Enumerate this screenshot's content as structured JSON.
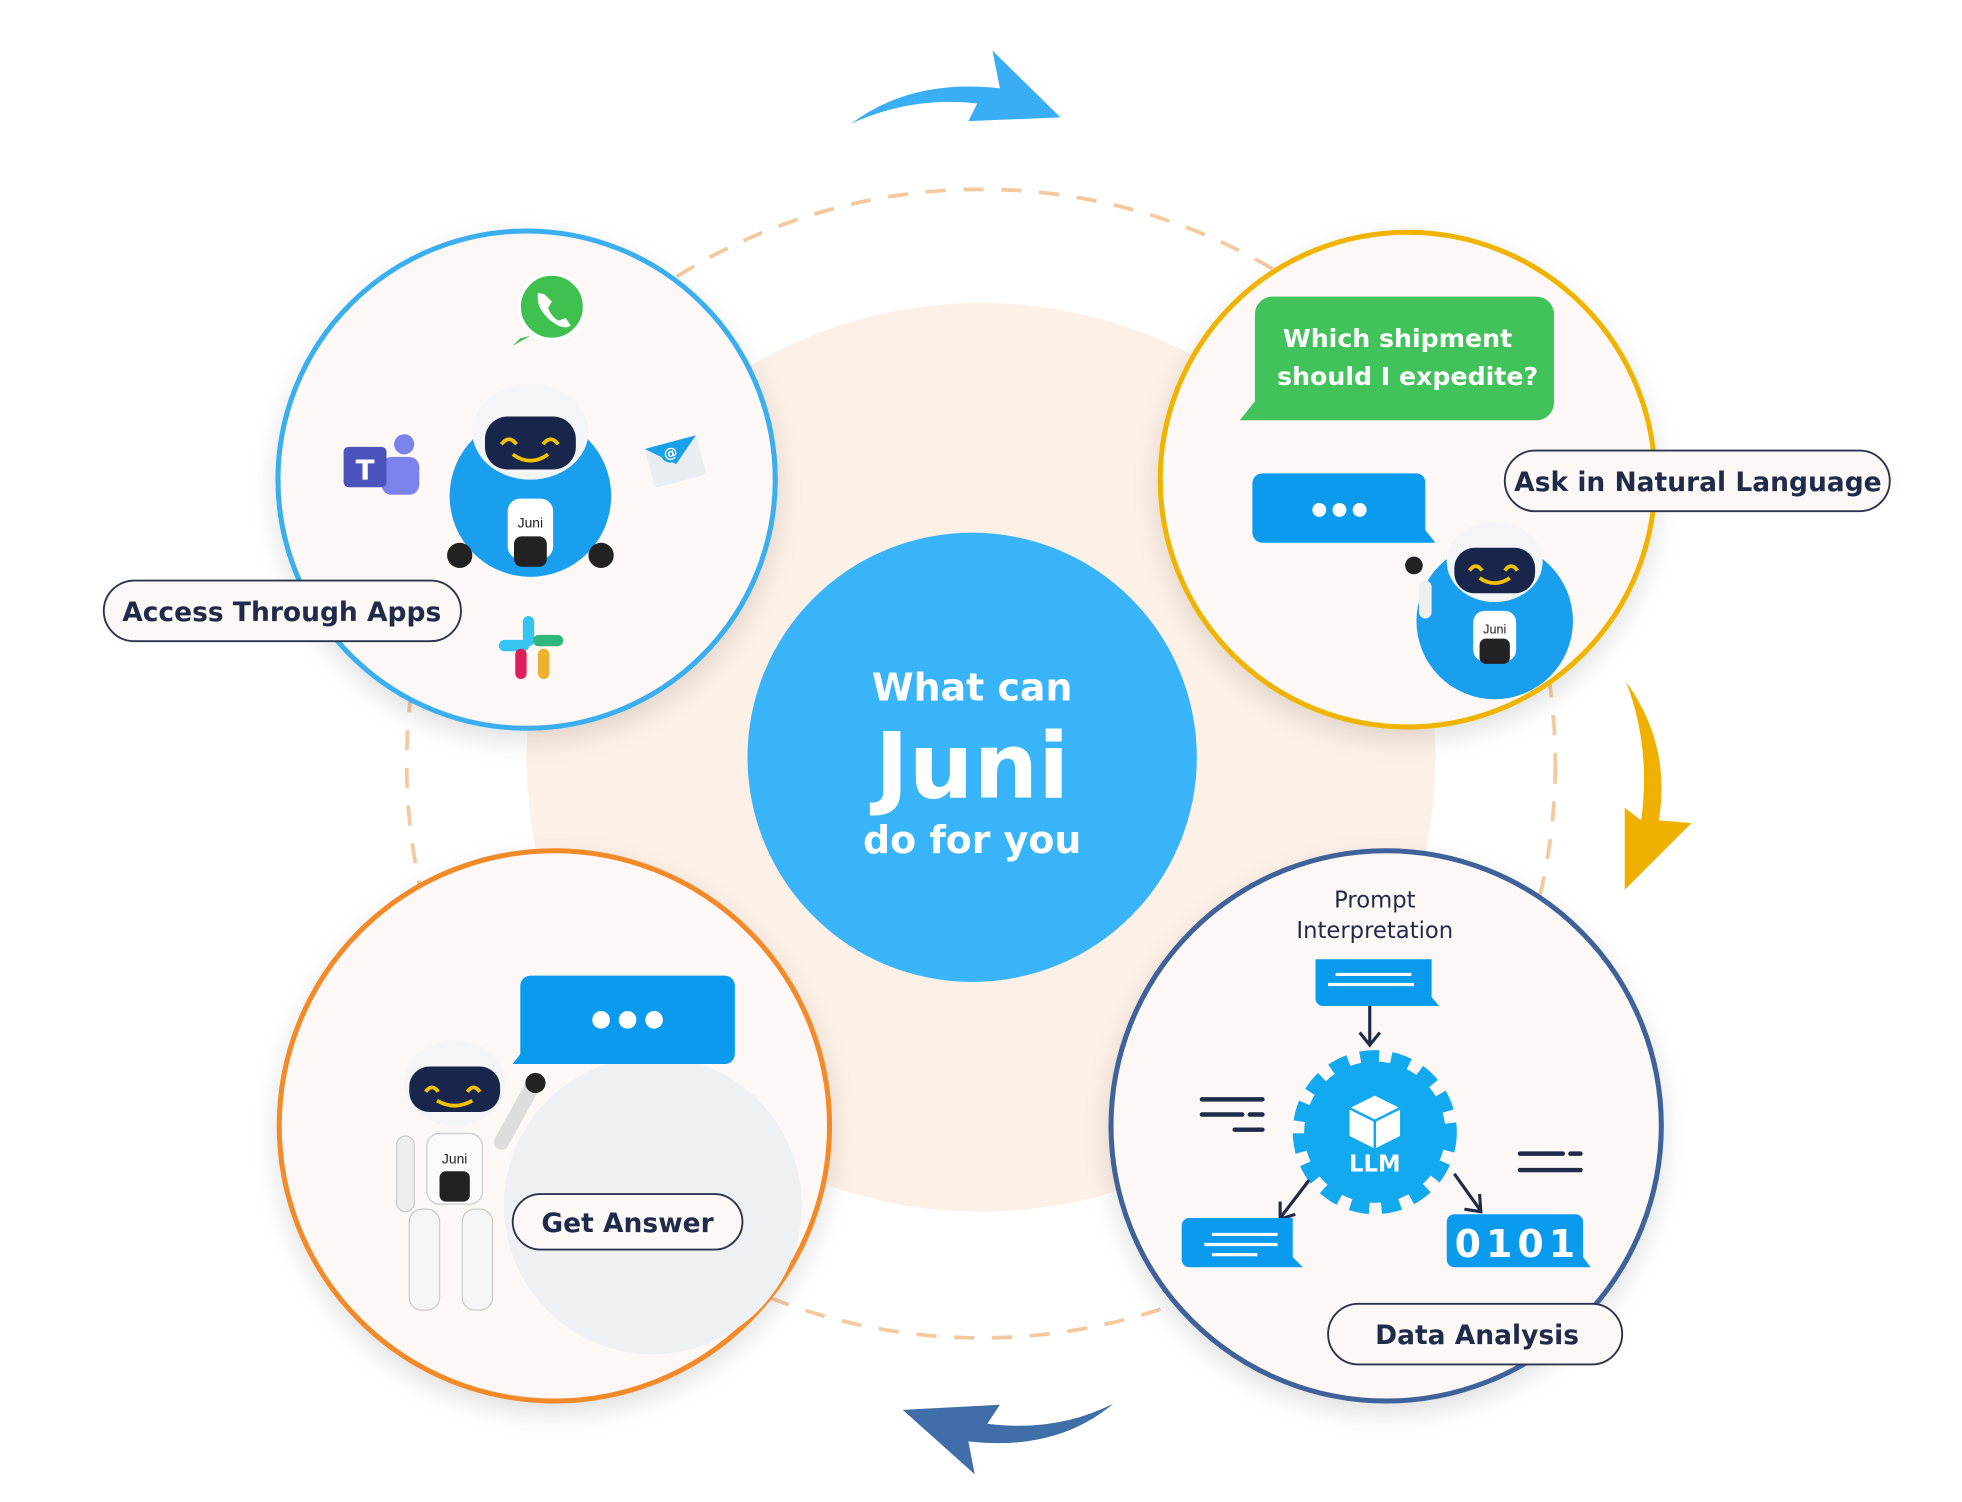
{
  "center": {
    "line1": "What can",
    "line2": "Juni",
    "line3": "do for you"
  },
  "steps": [
    {
      "label": "Access Through Apps",
      "icons": [
        "whatsapp-icon",
        "teams-icon",
        "email-icon",
        "slack-icon"
      ]
    },
    {
      "label": "Ask in Natural Language",
      "question_line1": "Which shipment",
      "question_line2": "should I expedite?"
    },
    {
      "label": "Data Analysis",
      "prompt_line1": "Prompt",
      "prompt_line2": "Interpretation",
      "engine": "LLM",
      "binary": "0101"
    },
    {
      "label": "Get Answer"
    }
  ],
  "robot_name": "Juni",
  "colors": {
    "center": "#3ab4f8",
    "apps": "#3aaef0",
    "ask": "#f0b400",
    "analysis": "#3f629b",
    "answer": "#f28a2b",
    "green_bubble": "#42c25a",
    "blue_bubble": "#0a9bef"
  }
}
